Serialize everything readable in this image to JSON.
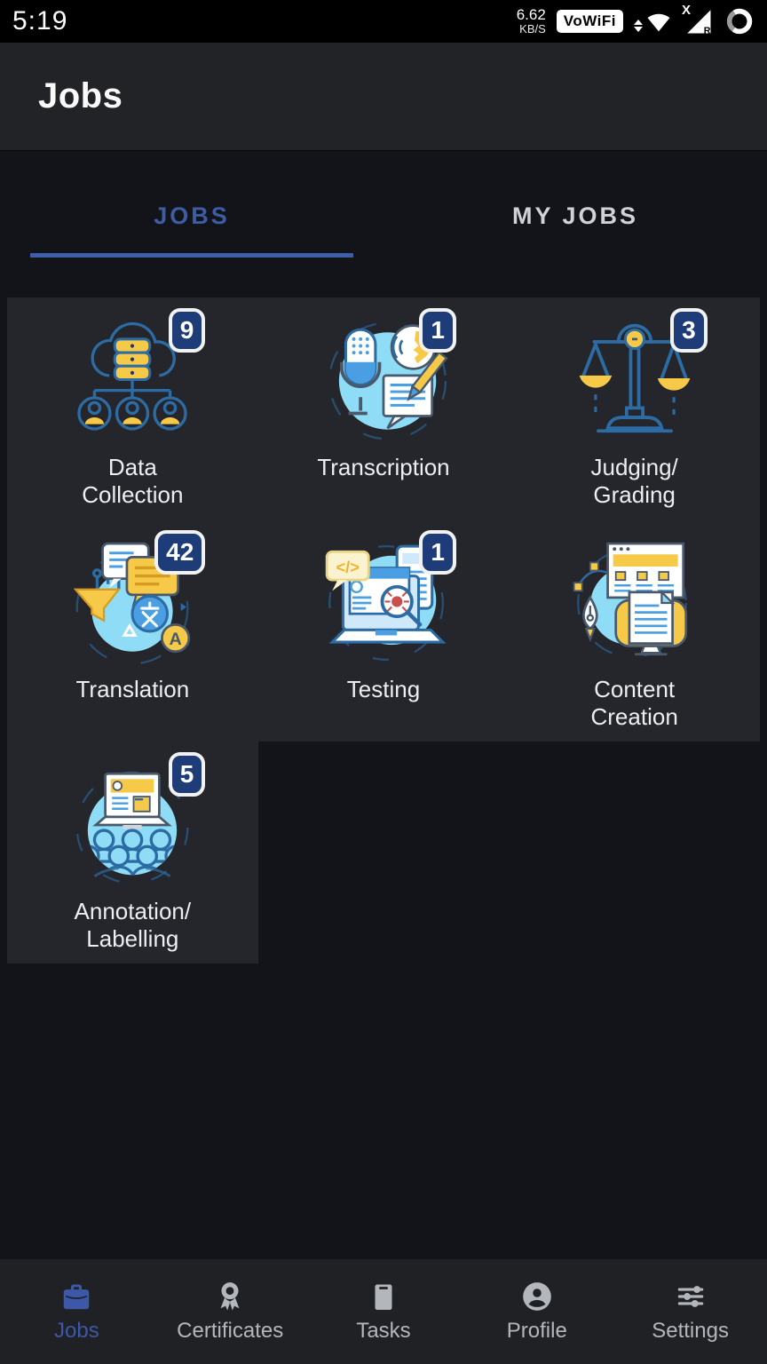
{
  "status_bar": {
    "time": "5:19",
    "network_speed_value": "6.62",
    "network_speed_unit": "KB/S",
    "vowifi_badge": "VoWiFi",
    "signal_x_indicator": "X",
    "signal_roaming_indicator": "R"
  },
  "header": {
    "title": "Jobs"
  },
  "tabs": {
    "jobs": {
      "label": "JOBS",
      "active": true
    },
    "my_jobs": {
      "label": "MY JOBS",
      "active": false
    }
  },
  "jobs_grid": {
    "items": [
      {
        "name": "data-collection",
        "label_lines": [
          "Data",
          "Collection"
        ],
        "badge": "9"
      },
      {
        "name": "transcription",
        "label_lines": [
          "Transcription"
        ],
        "badge": "1"
      },
      {
        "name": "judging-grading",
        "label_lines": [
          "Judging/",
          "Grading"
        ],
        "badge": "3"
      },
      {
        "name": "translation",
        "label_lines": [
          "Translation"
        ],
        "badge": "42"
      },
      {
        "name": "testing",
        "label_lines": [
          "Testing"
        ],
        "badge": "1"
      },
      {
        "name": "content-creation",
        "label_lines": [
          "Content",
          "Creation"
        ],
        "badge": ""
      },
      {
        "name": "annotation-labelling",
        "label_lines": [
          "Annotation/",
          "Labelling"
        ],
        "badge": "5"
      }
    ]
  },
  "bottom_nav": {
    "items": [
      {
        "label": "Jobs",
        "active": true
      },
      {
        "label": "Certificates",
        "active": false
      },
      {
        "label": "Tasks",
        "active": false
      },
      {
        "label": "Profile",
        "active": false
      },
      {
        "label": "Settings",
        "active": false
      }
    ]
  },
  "colors": {
    "accent_blue": "#3d5ea9",
    "badge_bg": "#1e3c78",
    "illustration_blue": "#2c6ba3",
    "illustration_light_blue": "#8edcf5",
    "illustration_yellow": "#f7c948"
  }
}
